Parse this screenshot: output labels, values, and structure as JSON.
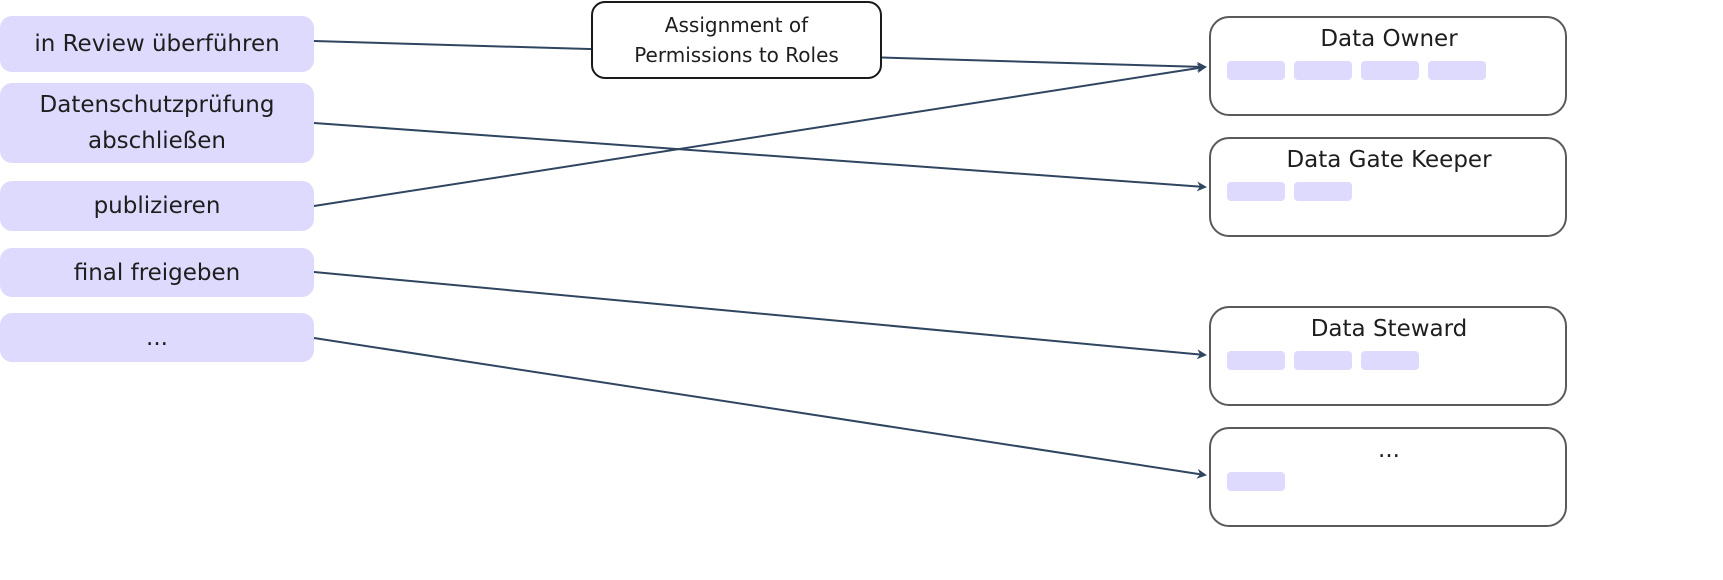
{
  "permissions": [
    {
      "label": "in Review überführen"
    },
    {
      "label": "Datenschutzprüfung abschließen"
    },
    {
      "label": "publizieren"
    },
    {
      "label": "final freigeben"
    },
    {
      "label": "..."
    }
  ],
  "edge_label": "Assignment of Permissions to Roles",
  "roles": [
    {
      "title": "Data Owner",
      "chip_count": 4
    },
    {
      "title": "Data Gate Keeper",
      "chip_count": 2
    },
    {
      "title": "Data Steward",
      "chip_count": 3
    },
    {
      "title": "...",
      "chip_count": 1
    }
  ],
  "assignments": [
    {
      "from": 0,
      "to": 0
    },
    {
      "from": 1,
      "to": 1
    },
    {
      "from": 2,
      "to": 0
    },
    {
      "from": 3,
      "to": 2
    },
    {
      "from": 4,
      "to": 3
    }
  ],
  "colors": {
    "permission_fill": "#dedafd",
    "arrow": "#2f4560",
    "role_border": "#5a5a5a"
  }
}
